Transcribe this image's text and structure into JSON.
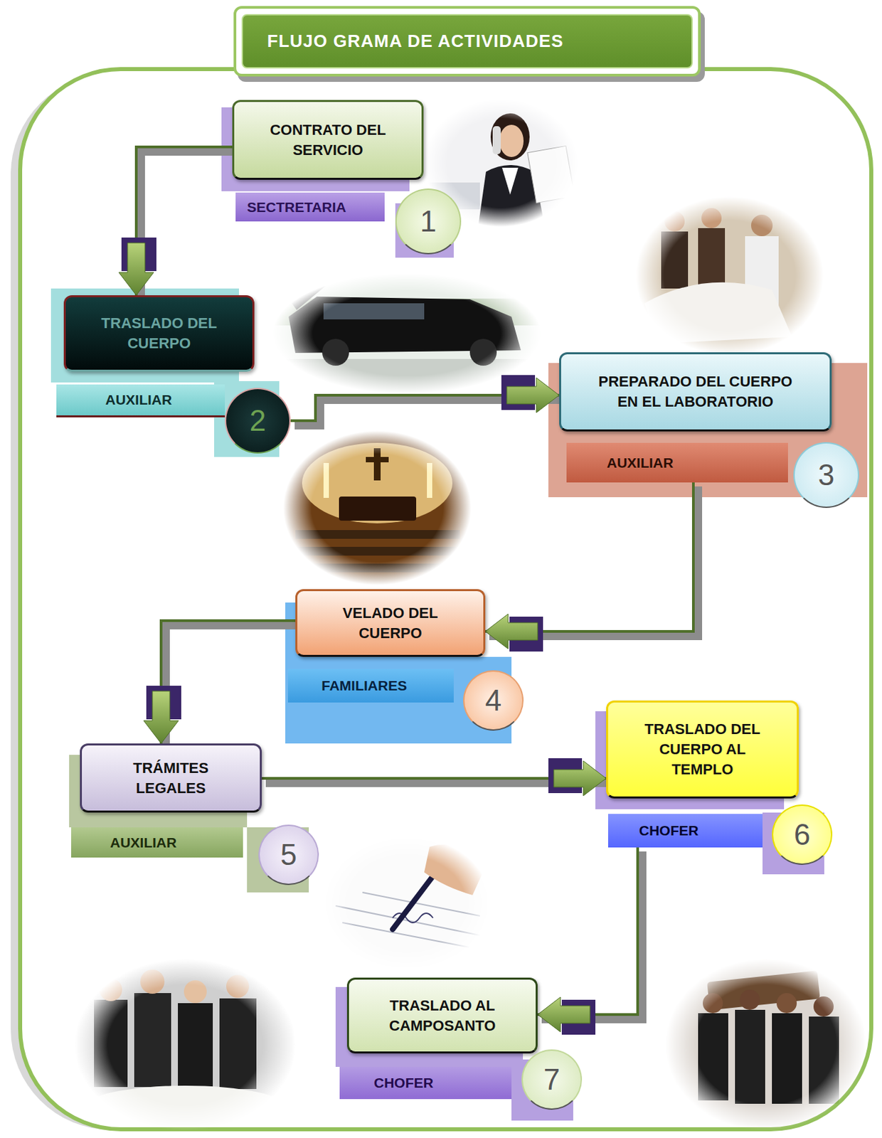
{
  "diagram": {
    "title": "FLUJO GRAMA DE ACTIVIDADES",
    "nodes": [
      {
        "text": [
          "CONTRATO DEL SERVICIO"
        ]
      },
      {
        "text": [
          "SECTRETARIA"
        ]
      },
      {
        "text": [
          "1"
        ]
      },
      {
        "text": [
          "TRASLADO DEL CUERPO"
        ]
      },
      {
        "text": [
          "AUXILIAR"
        ]
      },
      {
        "text": [
          "2"
        ]
      },
      {
        "text": [
          "PREPARADO DEL CUERPO EN EL LABORATORIO"
        ]
      },
      {
        "text": [
          "AUXILIAR"
        ]
      },
      {
        "text": [
          "3"
        ]
      },
      {
        "text": [
          "VELADO DEL CUERPO"
        ]
      },
      {
        "text": [
          "FAMILIARES"
        ]
      },
      {
        "text": [
          "4"
        ]
      },
      {
        "text": [
          "TRÁMITES LEGALES"
        ]
      },
      {
        "text": [
          "AUXILIAR"
        ]
      },
      {
        "text": [
          "5"
        ]
      },
      {
        "text": [
          "TRASLADO DEL CUERPO AL TEMPLO"
        ]
      },
      {
        "text": [
          "CHOFER"
        ]
      },
      {
        "text": [
          "6"
        ]
      },
      {
        "text": [
          "TRASLADO AL CAMPOSANTO"
        ]
      },
      {
        "text": [
          "CHOFER"
        ]
      },
      {
        "text": [
          "7"
        ]
      }
    ],
    "edges": [
      {
        "from": 0,
        "to": 3,
        "arrow": "to"
      },
      {
        "from": 5,
        "to": 6,
        "arrow": "to"
      },
      {
        "from": 7,
        "to": 9,
        "arrow": "to"
      },
      {
        "from": 9,
        "to": 12,
        "arrow": "to"
      },
      {
        "from": 12,
        "to": 15,
        "arrow": "to"
      },
      {
        "from": 16,
        "to": 18,
        "arrow": "to"
      }
    ]
  }
}
